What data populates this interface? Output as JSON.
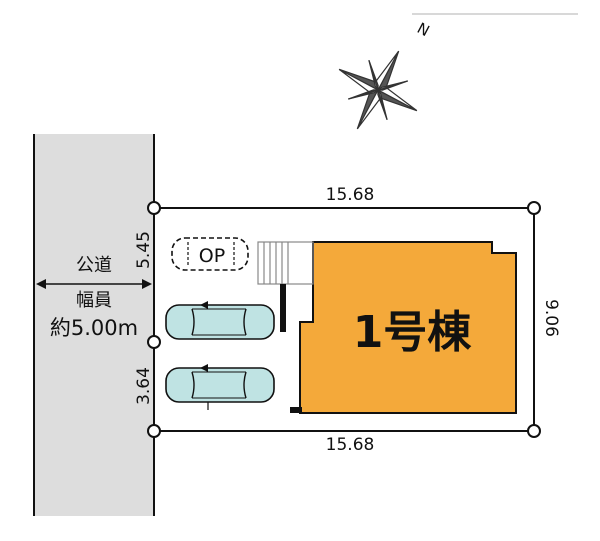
{
  "road": {
    "label": "公道",
    "width_label": "幅員",
    "width_value": "約5.00m"
  },
  "lot": {
    "top_length": "15.68",
    "bottom_length": "15.68",
    "right_depth": "9.06",
    "left_upper_depth": "5.45",
    "left_lower_depth": "3.64"
  },
  "building": {
    "label": "1号棟",
    "fill_color": "#F4A93A"
  },
  "parking": {
    "optional_label": "OP",
    "car_color": "#BFE3E3"
  },
  "compass": {
    "north_label": "N"
  },
  "colors": {
    "road": "#DDDDDD",
    "line": "#111111"
  }
}
